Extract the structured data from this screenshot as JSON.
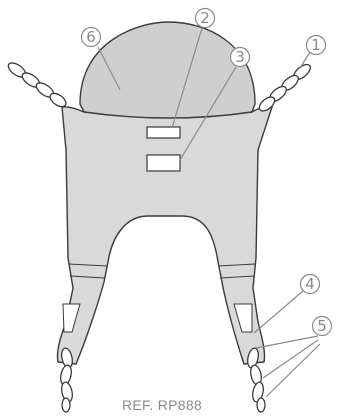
{
  "reference": "REF. RP888",
  "callouts": [
    {
      "id": "1",
      "number": "①"
    },
    {
      "id": "2",
      "number": "②"
    },
    {
      "id": "3",
      "number": "③"
    },
    {
      "id": "4",
      "number": "④"
    },
    {
      "id": "5",
      "number": "⑤"
    },
    {
      "id": "6",
      "number": "⑥"
    }
  ],
  "colors": {
    "sling_body": "#d9d9d9",
    "head_support": "#cfcfcf",
    "outline": "#3a3a3a",
    "callout_gray": "#8a8a8a"
  }
}
